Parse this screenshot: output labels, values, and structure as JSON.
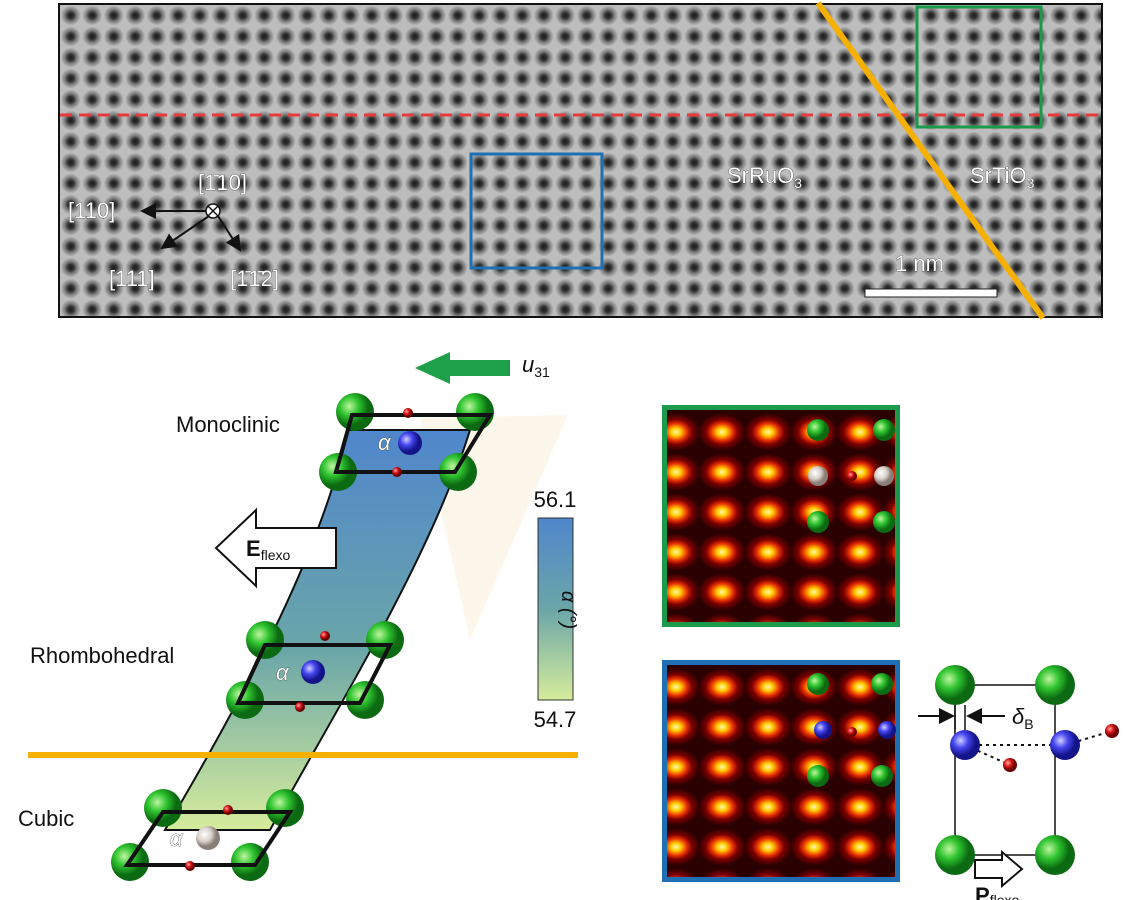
{
  "tem": {
    "material_left": "SrRuO",
    "material_left_sub": "3",
    "material_right": "SrTiO",
    "material_right_sub": "3",
    "scale_bar": "1 nm",
    "axes": {
      "into_page": "[1̄10]",
      "left": "[110]",
      "down_left": "[111]",
      "down_right": "[1̄1̄2]"
    }
  },
  "diagram": {
    "phases": [
      "Monoclinic",
      "Rhombohedral",
      "Cubic"
    ],
    "angle_symbol": "α",
    "strain_label": "u",
    "strain_sub": "31",
    "field_label": "E",
    "field_sub": "flexo",
    "colorbar": {
      "max": "56.1",
      "min": "54.7",
      "label": "α (°)"
    },
    "polarization_label": "P",
    "polarization_sub": "flexo",
    "displacement_label": "δ",
    "displacement_sub": "B"
  },
  "colors": {
    "green_box": "#1a9a4a",
    "blue_box": "#1f6fb5",
    "interface": "#f5b000",
    "dashed": "#e83a3a"
  }
}
